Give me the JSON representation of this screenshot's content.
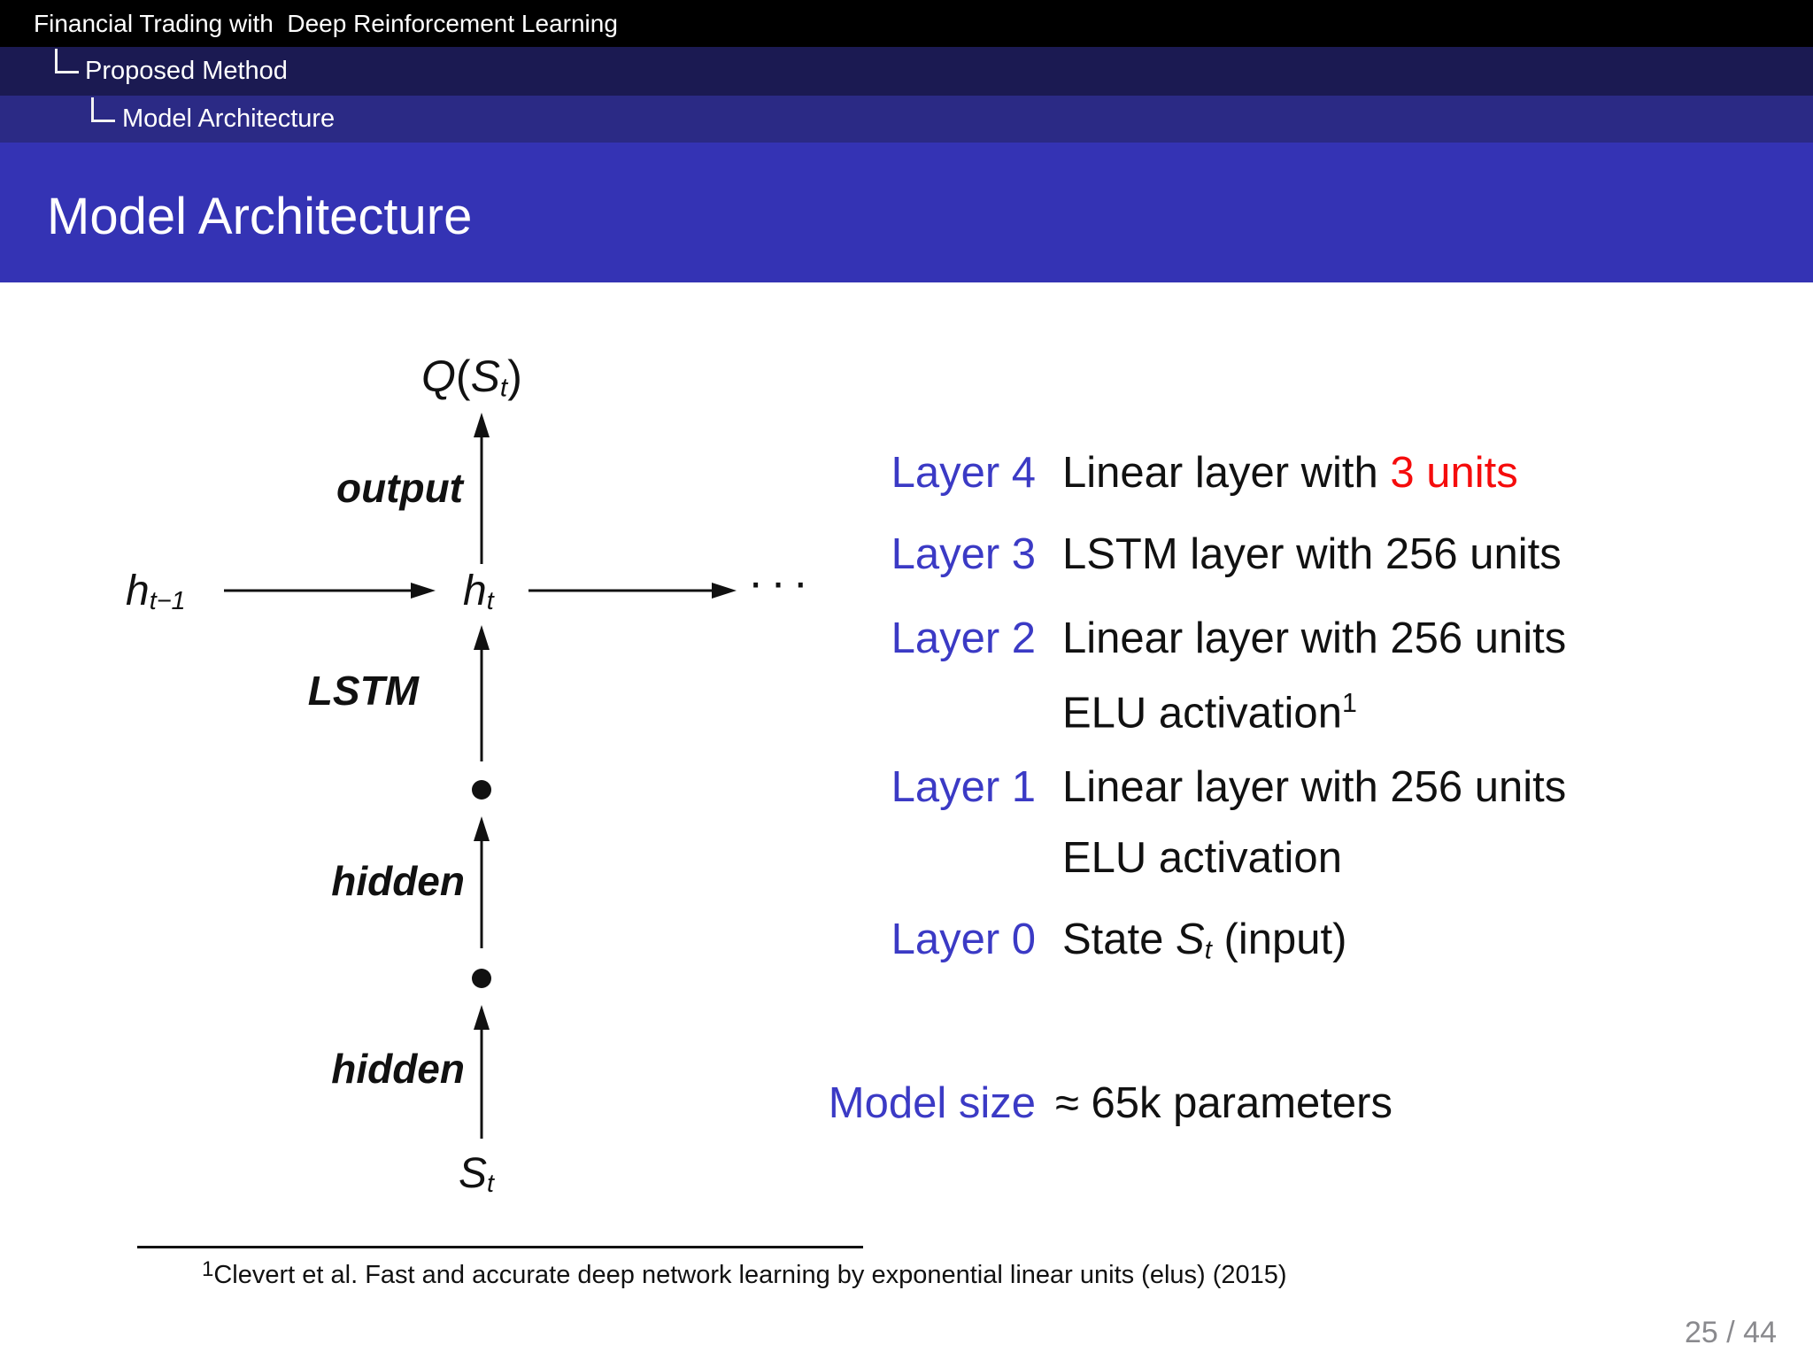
{
  "header": {
    "bar1_title": "Financial Trading with  Deep Reinforcement Learning",
    "bar2_item": "Proposed Method",
    "bar3_item": "Model Architecture"
  },
  "title": "Model Architecture",
  "diagram": {
    "q": {
      "Q": "Q",
      "open": "(",
      "S": "S",
      "sub": "t",
      "close": ")"
    },
    "h_prev": {
      "base": "h",
      "sub": "t−1"
    },
    "h_curr": {
      "base": "h",
      "sub": "t"
    },
    "s_input": {
      "base": "S",
      "sub": "t"
    },
    "edges": {
      "output": "output",
      "lstm": "LSTM",
      "hidden_upper": "hidden",
      "hidden_lower": "hidden"
    },
    "ellipsis": "···"
  },
  "layers": {
    "l4": {
      "label": "Layer 4",
      "desc": "Linear layer with ",
      "units": "3 units"
    },
    "l3": {
      "label": "Layer 3",
      "desc": "LSTM layer with 256 units"
    },
    "l2": {
      "label": "Layer 2",
      "desc": "Linear layer with 256 units",
      "desc2": "ELU activation",
      "sup": "1"
    },
    "l1": {
      "label": "Layer 1",
      "desc": "Linear layer with 256 units",
      "desc2": "ELU activation"
    },
    "l0": {
      "label": "Layer 0",
      "desc_pre": "State ",
      "state": "S",
      "state_sub": "t",
      "desc_post": " (input)"
    }
  },
  "model_size": {
    "label": "Model size",
    "value": "≈ 65k parameters"
  },
  "footnote": {
    "marker": "1",
    "text": "Clevert et al. Fast and accurate deep network learning by exponential linear units (elus) (2015)"
  },
  "page_number": "25 / 44",
  "colors": {
    "section_bar": "#1b1a52",
    "breadcrumb_bar": "#2b2a85",
    "title_bar": "#3433b4",
    "accent_blue": "#3b3ac5",
    "highlight_red": "#f50c0c",
    "page_number_gray": "#8a8a8e"
  }
}
